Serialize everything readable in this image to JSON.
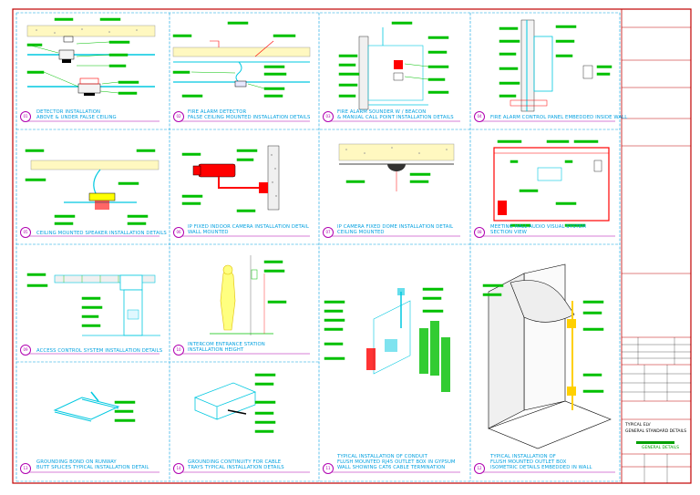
{
  "details": [
    {
      "num": "01",
      "line1": "DETECTOR INSTALLATION",
      "line2": "ABOVE & UNDER FALSE CEILING"
    },
    {
      "num": "02",
      "line1": "FIRE ALARM DETECTOR",
      "line2": "FALSE CEILING MOUNTED INSTALLATION DETAILS"
    },
    {
      "num": "03",
      "line1": "FIRE ALARM SOUNDER W / BEACON",
      "line2": "& MANUAL CALL POINT INSTALLATION DETAILS"
    },
    {
      "num": "04",
      "line1": "FIRE ALARM CONTROL PANEL EMBEDDED INSIDE WALL",
      "line2": ""
    },
    {
      "num": "05",
      "line1": "CEILING MOUNTED SPEAKER INSTALLATION DETAILS",
      "line2": ""
    },
    {
      "num": "06",
      "line1": "IP FIXED INDOOR CAMERA INSTALLATION DETAIL",
      "line2": "WALL MOUNTED"
    },
    {
      "num": "07",
      "line1": "IP CAMERA FIXED DOME INSTALLATION DETAIL",
      "line2": "CEILING MOUNTED"
    },
    {
      "num": "08",
      "line1": "MEETING HALL AUDIO VISUAL SYSTEM",
      "line2": "SECTION VIEW"
    },
    {
      "num": "09",
      "line1": "ACCESS CONTROL SYSTEM INSTALLATION DETAILS",
      "line2": ""
    },
    {
      "num": "10",
      "line1": "INTERCOM ENTRANCE STATION",
      "line2": "INSTALLATION HEIGHT"
    },
    {
      "num": "11",
      "line1": "TYPICAL INSTALLATION OF CONDUIT",
      "line2": "FLUSH MOUNTED RJ45 OUTLET BOX IN GYPSUM",
      "line3": "WALL SHOWING CAT6 CABLE TERMINATION"
    },
    {
      "num": "12",
      "line1": "TYPICAL INSTALLATION OF",
      "line2": "FLUSH MOUNTED OUTLET BOX",
      "line3": "ISOMETRIC DETAILS EMBEDDED IN WALL"
    },
    {
      "num": "13",
      "line1": "GROUNDING BOND ON RUNWAY",
      "line2": "BUTT SPLICES TYPICAL INSTALLATION DETAIL"
    },
    {
      "num": "14",
      "line1": "GROUNDING CONTINUITY FOR CABLE",
      "line2": "TRAYS TYPICAL INSTALLATION DETAILS",
      "line3": ""
    }
  ],
  "title_block": {
    "sheet_title_1": "TYPICAL ELV",
    "sheet_title_2": "GENERAL STANDARD DETAILS",
    "sub_title": "GENERAL DETAILS"
  },
  "colors": {
    "frame": "#c00000",
    "grid": "#00a0e0",
    "leader": "#00c000",
    "detail": "#ff0000",
    "cyan": "#00c8e0",
    "circle": "#b000b0"
  }
}
